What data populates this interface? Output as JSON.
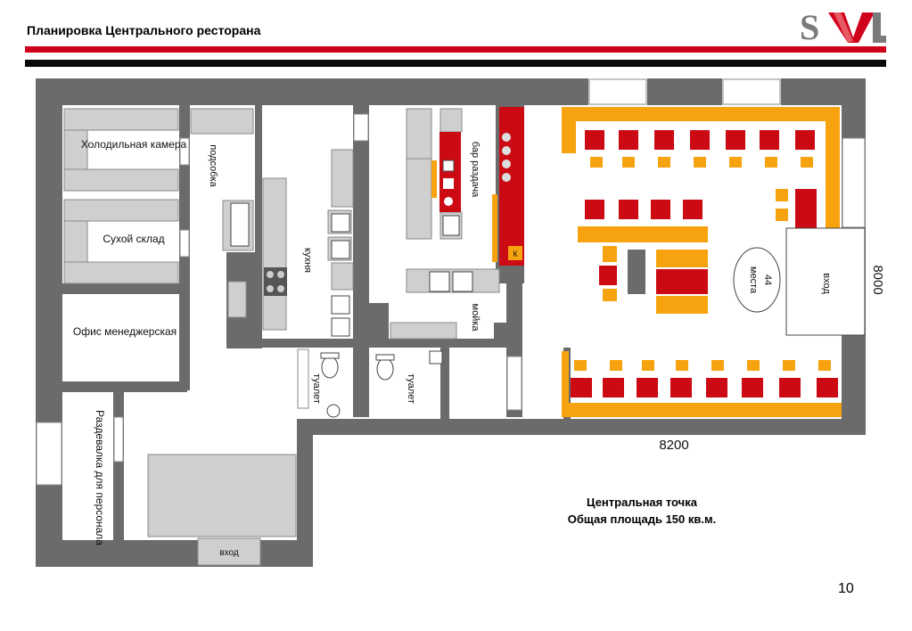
{
  "header": {
    "title": "Планировка Центрального ресторана",
    "logo_text": "SVL"
  },
  "plan": {
    "rooms": {
      "cold_room": "Холодильная камера",
      "dry_storage": "Сухой склад",
      "office": "Офис менеджерская",
      "staff_locker": "Раздевалка для персонала",
      "prep_room": "подсобка",
      "kitchen": "кухня",
      "bar": "бар раздача",
      "washing": "мойка",
      "toilet_1": "туалет",
      "toilet_2": "туалет",
      "entrance_main": "вход",
      "entrance_staff": "вход",
      "seats_count": "44",
      "seats_label": "места",
      "bar_mark": "К"
    },
    "dimensions": {
      "width": "8200",
      "height": "8000"
    }
  },
  "caption": {
    "line1": "Центральная точка",
    "line2": "Общая площадь  150 кв.м."
  },
  "page_number": "10",
  "colors": {
    "wall": "#6b6b6b",
    "orange": "#f7a30f",
    "red": "#cc0a14",
    "fixture": "#c8c8c8",
    "rule_red": "#d0021b"
  }
}
